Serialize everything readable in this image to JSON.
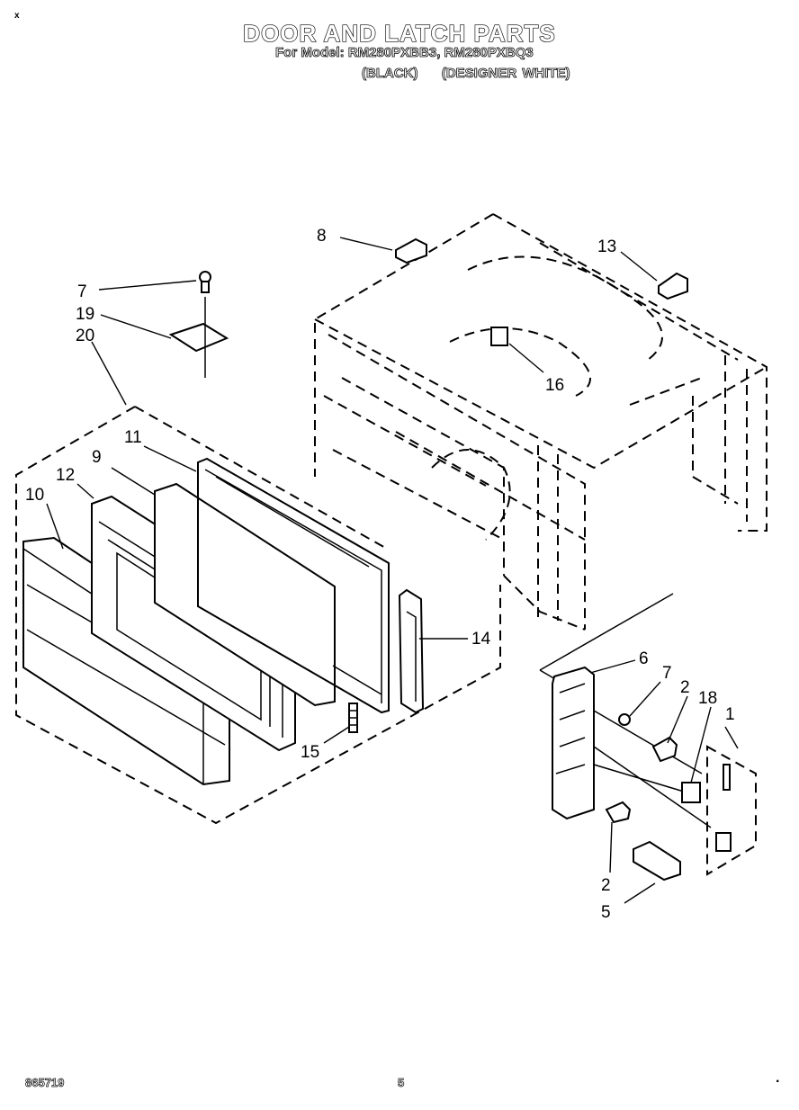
{
  "header": {
    "title": "DOOR AND LATCH PARTS",
    "model_line": "For Model: RM280PXBB3, RM280PXBQ3",
    "variant_black": "(BLACK)",
    "variant_white": "(DESIGNER WHITE)"
  },
  "corner_mark": "x",
  "footer": {
    "doc_number": "865719",
    "page_number": "5",
    "corner_mark": "."
  },
  "callouts": {
    "c8": "8",
    "c13": "13",
    "c7a": "7",
    "c19": "19",
    "c20": "20",
    "c16": "16",
    "c11": "11",
    "c12": "12",
    "c9": "9",
    "c10": "10",
    "c14": "14",
    "c15": "15",
    "c6": "6",
    "c7b": "7",
    "c2a": "2",
    "c18": "18",
    "c1": "1",
    "c2b": "2",
    "c5": "5"
  }
}
